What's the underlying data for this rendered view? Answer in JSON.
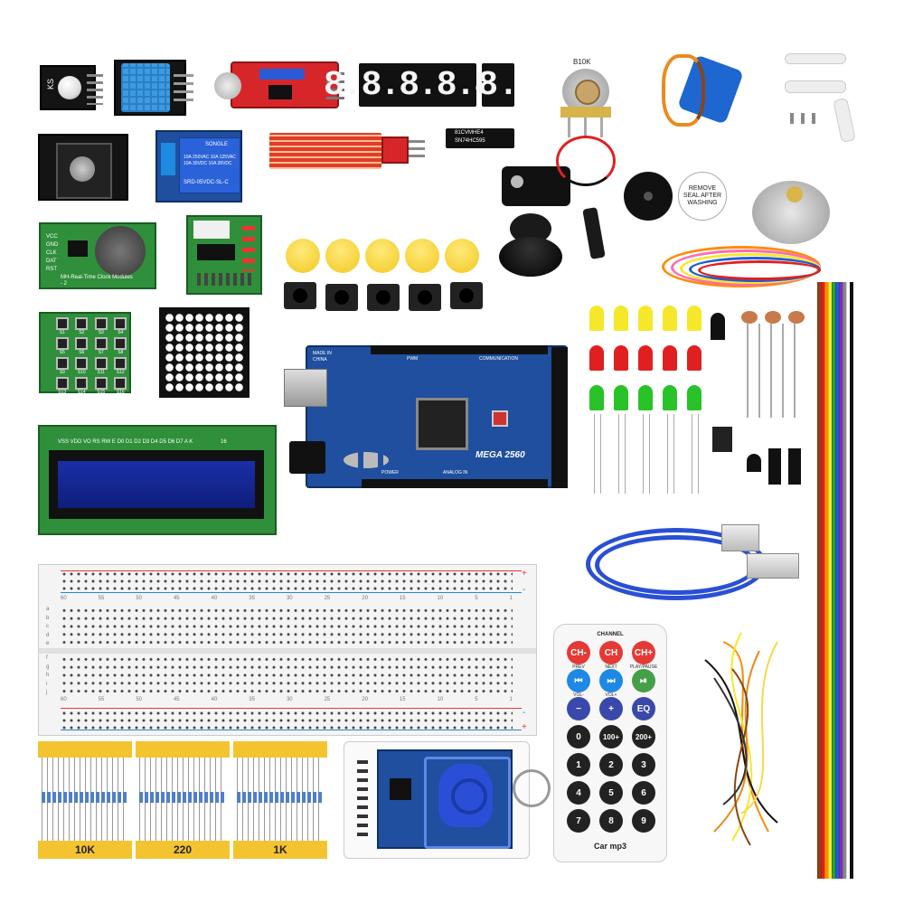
{
  "modules": {
    "ks_label": "KS",
    "relay_brand": "SONGLE",
    "relay_model": "SRD-05VDC-SL-C",
    "relay_spec": "10A 250VAC 10A 125VAC 10A 30VDC 10A 28VDC",
    "chip_label_1": "81CVMHE4",
    "chip_label_2": "SN74HC595",
    "pot_label": "B10K",
    "rtc_pins": [
      "VCC",
      "GND",
      "CLK",
      "DAT",
      "RST"
    ],
    "rtc_name": "MH-Real-Time Clock Modules - 2",
    "keypad_labels": [
      "S1",
      "S2",
      "S3",
      "S4",
      "S5",
      "S6",
      "S7",
      "S8",
      "S9",
      "S10",
      "S11",
      "S12",
      "S13",
      "S14",
      "S15",
      "S16"
    ],
    "seven_seg_digits": "8.8.8.8.8.",
    "single_digit": "8.",
    "buzzer_sticker": "REMOVE SEAL AFTER WASHING",
    "lcd_header": "VSS VDD VO RS RW E D0 D1 D2 D3 D4 D5 D6 D7 A K",
    "lcd_pin_16": "16"
  },
  "mega": {
    "made_in": "MADE IN",
    "china": "CHINA",
    "name": "MEGA 2560",
    "label_power": "POWER",
    "label_comm": "COMMUNICATION",
    "label_pwm": "PWM",
    "label_analog": "ANALOG IN"
  },
  "breadboard": {
    "row_letters_top": [
      "a",
      "b",
      "c",
      "d",
      "e"
    ],
    "row_letters_bottom": [
      "f",
      "g",
      "h",
      "i",
      "j"
    ],
    "col_numbers": [
      "60",
      "55",
      "50",
      "45",
      "40",
      "35",
      "30",
      "25",
      "20",
      "15",
      "10",
      "5",
      "1"
    ],
    "plus": "+",
    "minus": "-"
  },
  "resistors": {
    "labels": [
      "10K",
      "220",
      "1K"
    ],
    "band_color": "#f4c430"
  },
  "remote": {
    "header": "CHANNEL",
    "rows": [
      [
        {
          "label": "CH-",
          "sub": "PREV",
          "color": "#e53935"
        },
        {
          "label": "CH",
          "sub": "NEXT",
          "color": "#e53935"
        },
        {
          "label": "CH+",
          "sub": "PLAY/PAUSE",
          "color": "#e53935"
        }
      ],
      [
        {
          "label": "⏮",
          "sub": "VOL-",
          "color": "#1e88e5"
        },
        {
          "label": "⏭",
          "sub": "VOL+",
          "color": "#1e88e5"
        },
        {
          "label": "⏯",
          "sub": "",
          "color": "#43a047"
        }
      ],
      [
        {
          "label": "−",
          "sub": "",
          "color": "#3949ab"
        },
        {
          "label": "+",
          "sub": "",
          "color": "#3949ab"
        },
        {
          "label": "EQ",
          "sub": "",
          "color": "#3949ab"
        }
      ],
      [
        {
          "label": "0",
          "sub": "",
          "color": "#222"
        },
        {
          "label": "100+",
          "sub": "",
          "color": "#222"
        },
        {
          "label": "200+",
          "sub": "",
          "color": "#222"
        }
      ],
      [
        {
          "label": "1",
          "sub": "",
          "color": "#222"
        },
        {
          "label": "2",
          "sub": "",
          "color": "#222"
        },
        {
          "label": "3",
          "sub": "",
          "color": "#222"
        }
      ],
      [
        {
          "label": "4",
          "sub": "",
          "color": "#222"
        },
        {
          "label": "5",
          "sub": "",
          "color": "#222"
        },
        {
          "label": "6",
          "sub": "",
          "color": "#222"
        }
      ],
      [
        {
          "label": "7",
          "sub": "",
          "color": "#222"
        },
        {
          "label": "8",
          "sub": "",
          "color": "#222"
        },
        {
          "label": "9",
          "sub": "",
          "color": "#222"
        }
      ]
    ],
    "brand": "Car mp3"
  },
  "colors": {
    "pcb_blue": "#1f4f9e",
    "pcb_green": "#2f8f3a",
    "pcb_red": "#d7262a",
    "led_yellow": "#f5e82a",
    "led_red": "#e02020",
    "led_green": "#29c229",
    "button_cap": "#f7d84a",
    "usb_cable": "#2a4fd6"
  },
  "ribbon_colors": [
    "#8b4513",
    "#e02020",
    "#ff8c00",
    "#f5e82a",
    "#29a329",
    "#1e5cd6",
    "#7b2fbe",
    "#888888",
    "#ffffff",
    "#111111"
  ]
}
